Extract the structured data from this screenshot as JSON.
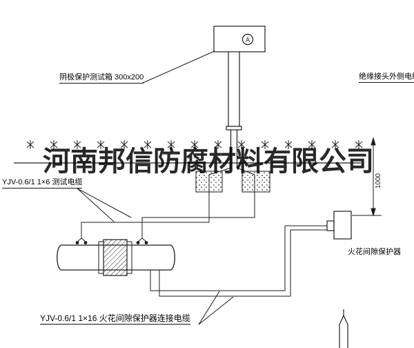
{
  "watermark": {
    "text": "河南邦信防腐材料有限公司"
  },
  "labels": {
    "test_box": "阴极保护测试箱 300x200",
    "outer_cable": "绝缘接头外侧电缆",
    "test_cable": "YJV-0.6/1 1×6  测试电缆",
    "spark_protector": "火花间隙保护器",
    "spark_cable": "YJV-0.6/1 1×16  火花间隙保护器连接电缆",
    "dimension_1000": "1000",
    "device_letter": "A"
  },
  "colors": {
    "line": "#1a1a1a",
    "background": "#ffffff",
    "watermark": "#000000"
  }
}
